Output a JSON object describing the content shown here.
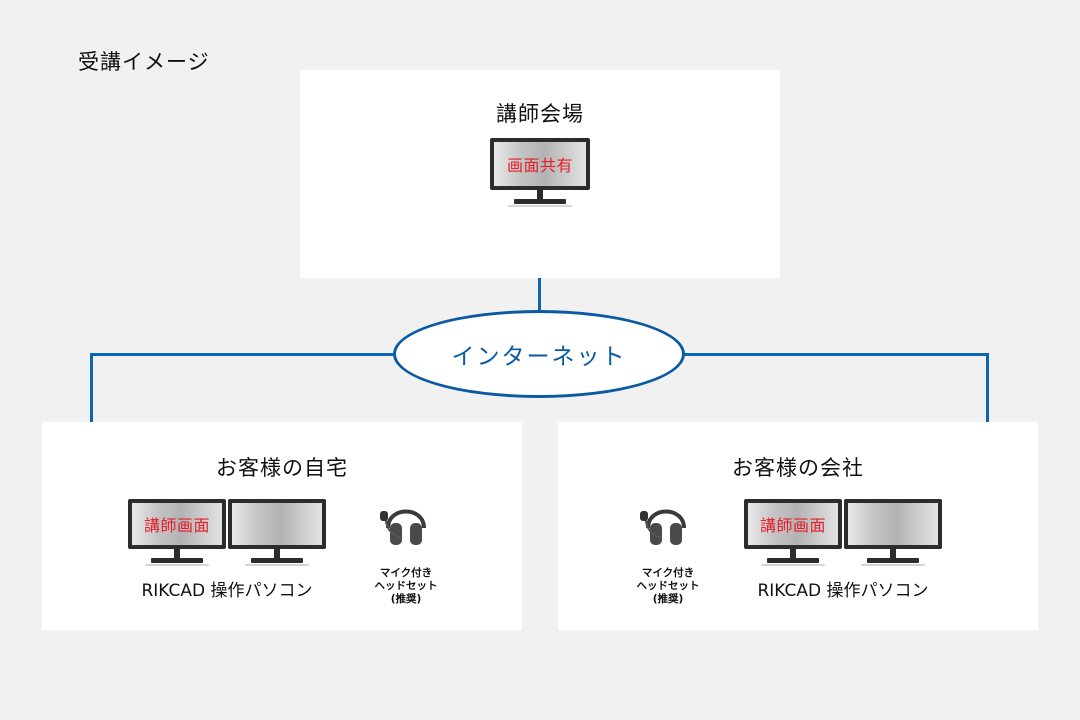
{
  "title": "受講イメージ",
  "internet": "インターネット",
  "venue": {
    "title": "講師会場",
    "screen_text": "画面共有"
  },
  "home": {
    "title": "お客様の自宅",
    "screen_text": "講師画面",
    "pc_label": "RIKCAD 操作パソコン",
    "headset_label": [
      "マイク付き",
      "ヘッドセット",
      "(推奨)"
    ]
  },
  "office": {
    "title": "お客様の会社",
    "screen_text": "講師画面",
    "pc_label": "RIKCAD 操作パソコン",
    "headset_label": [
      "マイク付き",
      "ヘッドセット",
      "(推奨)"
    ]
  },
  "colors": {
    "line": "#0a66b1",
    "internet_border": "#0a5aa3",
    "screen_text": "#e81d2a",
    "background": "#f1f1f1"
  },
  "icons": [
    "monitor-icon",
    "headset-icon"
  ]
}
